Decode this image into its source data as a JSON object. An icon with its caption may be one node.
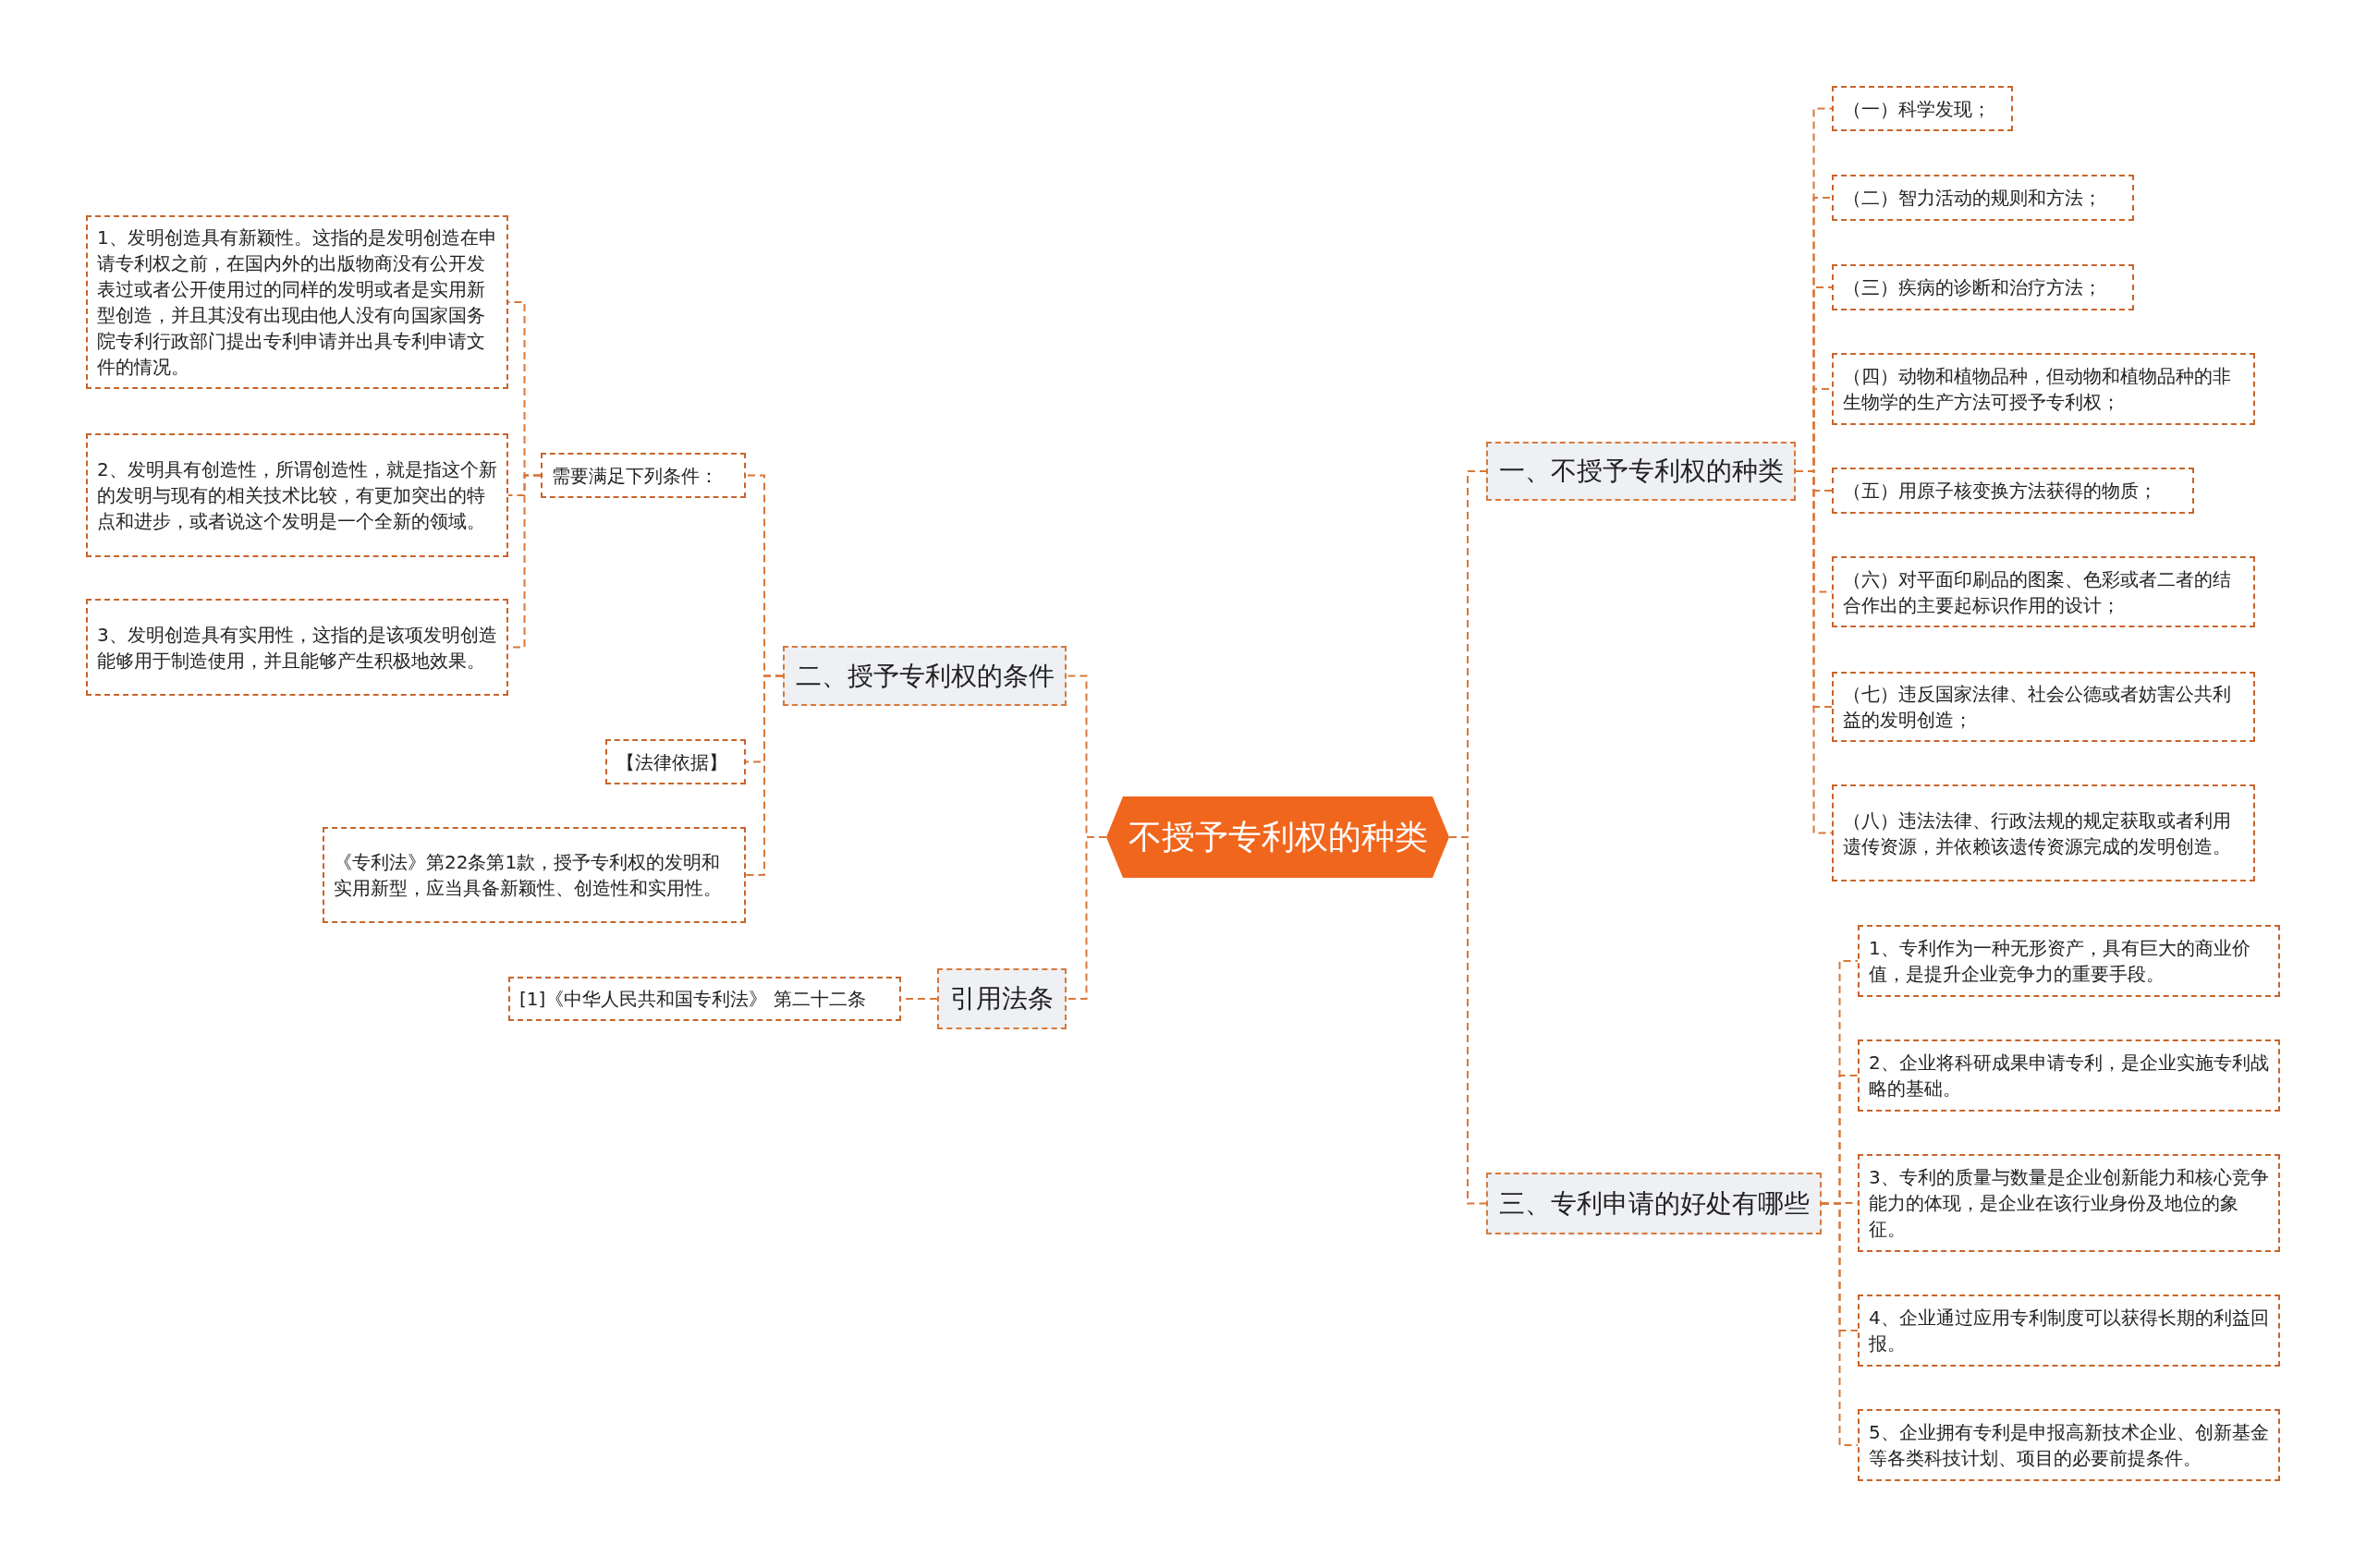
{
  "diagram": {
    "nodes": [
      {
        "text": [
          "不授予专利权的种类"
        ]
      },
      {
        "text": [
          "一、不授予专利权的种类"
        ]
      },
      {
        "text": [
          "（一）科学发现；"
        ]
      },
      {
        "text": [
          "（二）智力活动的规则和方法；"
        ]
      },
      {
        "text": [
          "（三）疾病的诊断和治疗方法；"
        ]
      },
      {
        "text": [
          "（四）动物和植物品种，但动物和植物品种的非生物学的生产方法可授予专利权；"
        ]
      },
      {
        "text": [
          "（五）用原子核变换方法获得的物质；"
        ]
      },
      {
        "text": [
          "（六）对平面印刷品的图案、色彩或者二者的结合作出的主要起标识作用的设计；"
        ]
      },
      {
        "text": [
          "（七）违反国家法律、社会公德或者妨害公共利益的发明创造；"
        ]
      },
      {
        "text": [
          "（八）违法法律、行政法规的规定获取或者利用遗传资源，并依赖该遗传资源完成的发明创造。"
        ]
      },
      {
        "text": [
          "二、授予专利权的条件"
        ]
      },
      {
        "text": [
          "需要满足下列条件："
        ]
      },
      {
        "text": [
          "1、发明创造具有新颖性。这指的是发明创造在申请专利权之前，在国内外的出版物商没有公开发表过或者公开使用过的同样的发明或者是实用新型创造，并且其没有出现由他人没有向国家国务院专利行政部门提出专利申请并出具专利申请文件的情况。"
        ]
      },
      {
        "text": [
          "2、发明具有创造性，所谓创造性，就是指这个新的发明与现有的相关技术比较，有更加突出的特点和进步，或者说这个发明是一个全新的领域。"
        ]
      },
      {
        "text": [
          "3、发明创造具有实用性，这指的是该项发明创造能够用于制造使用，并且能够产生积极地效果。"
        ]
      },
      {
        "text": [
          "【法律依据】"
        ]
      },
      {
        "text": [
          "《专利法》第22条第1款，授予专利权的发明和实用新型，应当具备新颖性、创造性和实用性。"
        ]
      },
      {
        "text": [
          "引用法条"
        ]
      },
      {
        "text": [
          "[1]《中华人民共和国专利法》 第二十二条"
        ]
      },
      {
        "text": [
          "三、专利申请的好处有哪些"
        ]
      },
      {
        "text": [
          "1、专利作为一种无形资产，具有巨大的商业价值，是提升企业竞争力的重要手段。"
        ]
      },
      {
        "text": [
          "2、企业将科研成果申请专利，是企业实施专利战略的基础。"
        ]
      },
      {
        "text": [
          "3、专利的质量与数量是企业创新能力和核心竞争能力的体现，是企业在该行业身份及地位的象征。"
        ]
      },
      {
        "text": [
          "4、企业通过应用专利制度可以获得长期的利益回报。"
        ]
      },
      {
        "text": [
          "5、企业拥有专利是申报高新技术企业、创新基金等各类科技计划、项目的必要前提条件。"
        ]
      }
    ],
    "edges": [
      {
        "from": 0,
        "to": 1,
        "arrow": "none"
      },
      {
        "from": 1,
        "to": 2,
        "arrow": "none"
      },
      {
        "from": 1,
        "to": 3,
        "arrow": "none"
      },
      {
        "from": 1,
        "to": 4,
        "arrow": "none"
      },
      {
        "from": 1,
        "to": 5,
        "arrow": "none"
      },
      {
        "from": 1,
        "to": 6,
        "arrow": "none"
      },
      {
        "from": 1,
        "to": 7,
        "arrow": "none"
      },
      {
        "from": 1,
        "to": 8,
        "arrow": "none"
      },
      {
        "from": 1,
        "to": 9,
        "arrow": "none"
      },
      {
        "from": 0,
        "to": 10,
        "arrow": "none"
      },
      {
        "from": 10,
        "to": 11,
        "arrow": "none"
      },
      {
        "from": 11,
        "to": 12,
        "arrow": "none"
      },
      {
        "from": 11,
        "to": 13,
        "arrow": "none"
      },
      {
        "from": 11,
        "to": 14,
        "arrow": "none"
      },
      {
        "from": 10,
        "to": 15,
        "arrow": "none"
      },
      {
        "from": 10,
        "to": 16,
        "arrow": "none"
      },
      {
        "from": 0,
        "to": 17,
        "arrow": "none"
      },
      {
        "from": 17,
        "to": 18,
        "arrow": "none"
      },
      {
        "from": 0,
        "to": 19,
        "arrow": "none"
      },
      {
        "from": 19,
        "to": 20,
        "arrow": "none"
      },
      {
        "from": 19,
        "to": 21,
        "arrow": "none"
      },
      {
        "from": 19,
        "to": 22,
        "arrow": "none"
      },
      {
        "from": 19,
        "to": 23,
        "arrow": "none"
      },
      {
        "from": 19,
        "to": 24,
        "arrow": "none"
      }
    ]
  }
}
